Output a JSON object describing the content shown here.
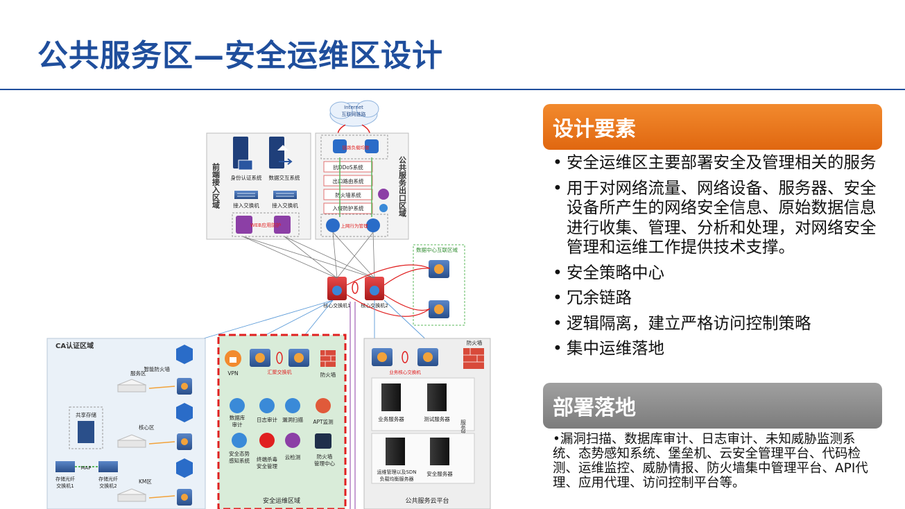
{
  "title": "公共服务区—安全运维区设计",
  "diagram": {
    "internet_line1": "Internet",
    "internet_line2": "互联网链路",
    "frontend_zone": "前端接入区域",
    "identity_auth": "身份认证系统",
    "data_exchange": "数据交互系统",
    "access_switch_1": "接入交换机",
    "access_switch_2": "接入交换机",
    "waf": "WEB应用防护",
    "public_exit_zone": "公共服务出口区域",
    "link_lb": "链路负载均衡",
    "anti_ddos": "抗DDoS系统",
    "egress_router": "出口路由系统",
    "firewall_system": "防火墙系统",
    "ips": "入侵防护系统",
    "net_behavior": "上网行为管理",
    "dc_interconnect": "数据中心互联区域",
    "core_switch_1": "核心交换机1",
    "core_switch_2": "核心交换机2",
    "ca_zone": "CA认证区域",
    "smart_firewall": "智能防火墙",
    "service_zone": "服务区",
    "shared_storage": "共享存储",
    "core_zone": "核心区",
    "km_zone": "KM区",
    "map": "MAP",
    "storage_switch_1": "存储光纤交换机1",
    "storage_switch_2": "存储光纤交换机2",
    "vpn": "VPN",
    "agg_switch": "汇聚交换机",
    "firewall": "防火墙",
    "db_audit": "数据库审计",
    "log_audit": "日志审计",
    "vuln_scan": "漏洞扫描",
    "apt": "APT监测",
    "situation": "安全态势感知系统",
    "endpoint": "终端杀毒安全管理",
    "cloud_detect": "云检测",
    "fw_center": "防火墙管理中心",
    "secops_zone": "安全运维区域",
    "biz_core_switch": "业务核心交换机",
    "biz_server": "业务服务器",
    "test_server": "测试服务器",
    "service_zone_v": "服务器区",
    "ops_mgmt": "运维管理以及SDN负载均衡服务器",
    "sec_server": "安全服务器",
    "cloud_platform": "公共服务云平台",
    "fw_right": "防火墙"
  },
  "design": {
    "heading": "设计要素",
    "bullets": [
      "安全运维区主要部署安全及管理相关的服务",
      "用于对网络流量、网络设备、服务器、安全设备所产生的网络安全信息、原始数据信息进行收集、管理、分析和处理，对网络安全管理和运维工作提供技术支撑。",
      "安全策略中心",
      "冗余链路",
      "逻辑隔离，建立严格访问控制策略",
      "集中运维落地"
    ]
  },
  "deploy": {
    "heading": "部署落地",
    "text": "•漏洞扫描、数据库审计、日志审计、未知威胁监测系统、态势感知系统、堡垒机、云安全管理平台、代码检测、运维监控、威胁情报、防火墙集中管理平台、API代理、应用代理、访问控制平台等。"
  },
  "colors": {
    "title_blue": "#1f4e9c",
    "orange": "#e8751a",
    "gray": "#8c8c8c",
    "red_dashed": "#e02020",
    "green_zone": "#d9ecd9"
  }
}
